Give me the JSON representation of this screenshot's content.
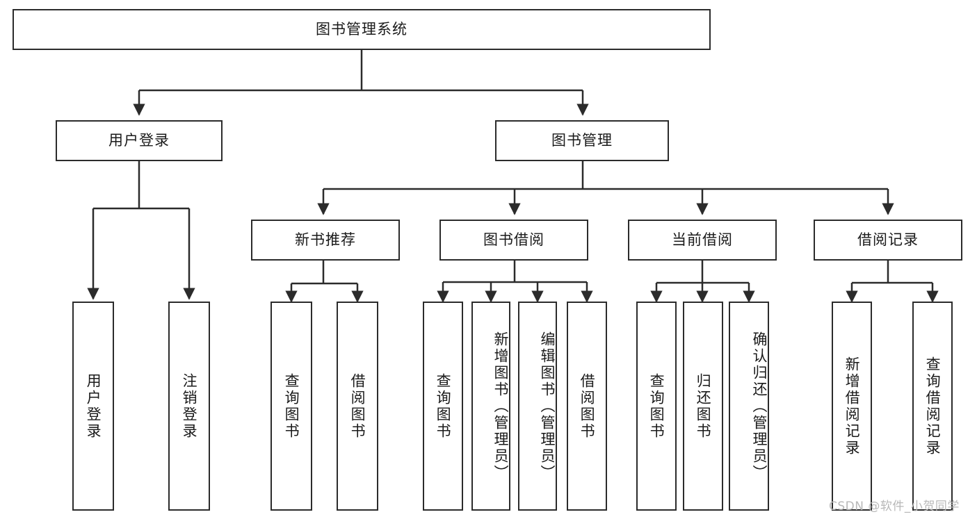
{
  "diagram": {
    "type": "tree",
    "title": "图书管理系统",
    "root": {
      "label": "图书管理系统"
    },
    "level2": [
      {
        "label": "用户登录"
      },
      {
        "label": "图书管理"
      }
    ],
    "level3": [
      {
        "label": "新书推荐"
      },
      {
        "label": "图书借阅"
      },
      {
        "label": "当前借阅"
      },
      {
        "label": "借阅记录"
      }
    ],
    "leaves": {
      "user_login": [
        {
          "label": "用户登录"
        },
        {
          "label": "注销登录"
        }
      ],
      "new_book_recommend": [
        {
          "label": "查询图书"
        },
        {
          "label": "借阅图书"
        }
      ],
      "book_borrow": [
        {
          "label": "查询图书"
        },
        {
          "label": "新增图书（管理员）"
        },
        {
          "label": "编辑图书（管理员）"
        },
        {
          "label": "借阅图书"
        }
      ],
      "current_borrow": [
        {
          "label": "查询图书"
        },
        {
          "label": "归还图书"
        },
        {
          "label": "确认归还（管理员）"
        }
      ],
      "borrow_record": [
        {
          "label": "新增借阅记录"
        },
        {
          "label": "查询借阅记录"
        }
      ]
    }
  },
  "watermark": {
    "text": "CSDN @软件_小贺同学"
  },
  "colors": {
    "stroke": "#2b2b2b",
    "text": "#1a1a1a",
    "background": "#ffffff",
    "watermark": "#b8b8b8"
  }
}
